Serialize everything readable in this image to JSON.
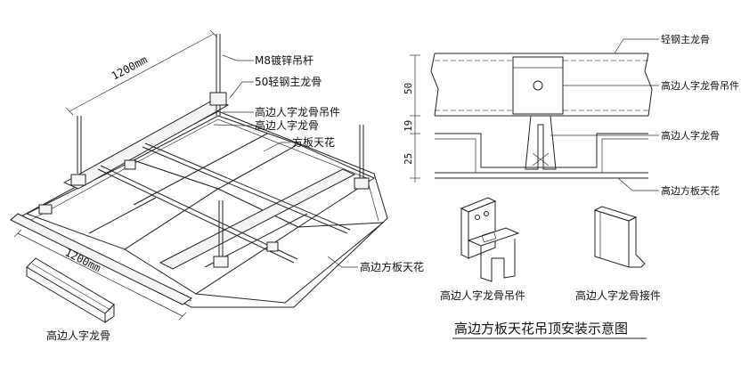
{
  "labels": {
    "dim_top": "1200mm",
    "dim_bottom": "1200mm",
    "rod": "M8镀锌吊杆",
    "main_keel": "50轻钢主龙骨",
    "hanger": "高边人字龙骨吊件",
    "herringbone": "高边人字龙骨",
    "square_ceiling": "方板天花",
    "panel_ceiling": "高边方板天花",
    "keel_piece": "高边人字龙骨",
    "right_main_keel": "轻钢主龙骨",
    "right_hanger": "高边人字龙骨吊件",
    "right_keel": "高边人字龙骨",
    "right_panel": "高边方板天花",
    "dim_50": "50",
    "dim_19": "19",
    "dim_25": "25",
    "part_hanger": "高边人字龙骨吊件",
    "part_connector": "高边人字龙骨接件",
    "title": "高边方板天花吊顶安装示意图"
  }
}
